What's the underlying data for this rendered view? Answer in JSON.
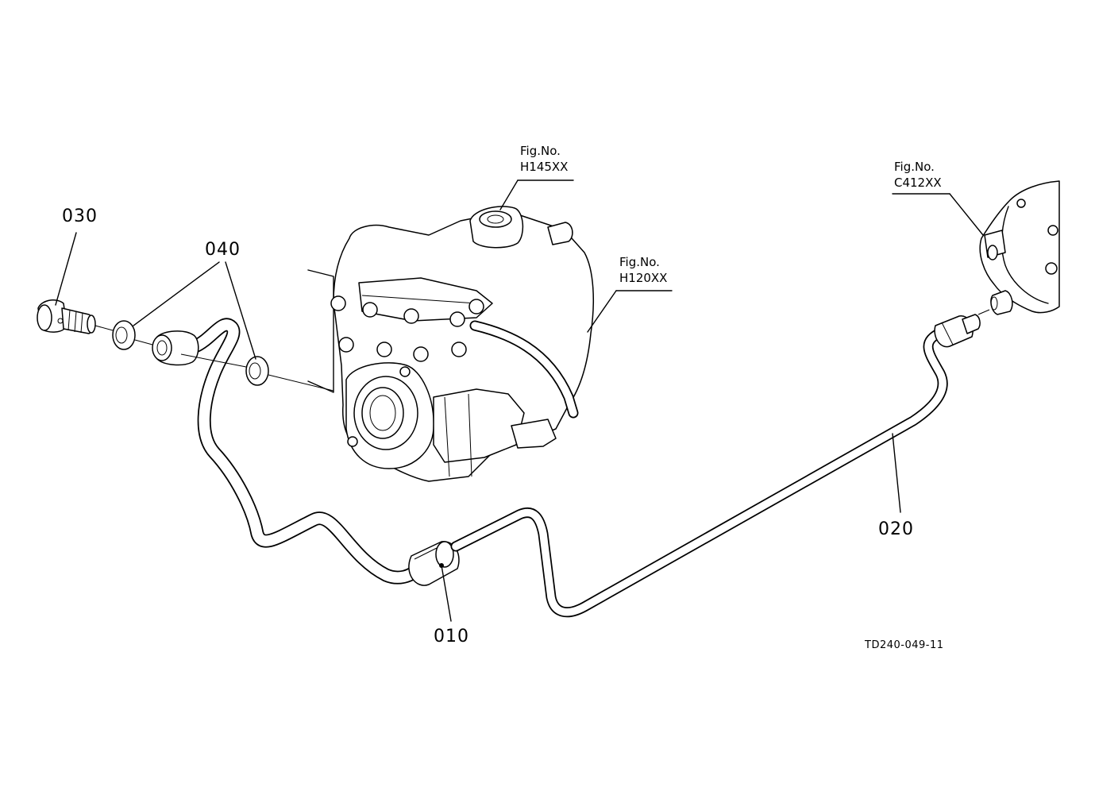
{
  "parts": [
    {
      "id": "p010",
      "number": "010"
    },
    {
      "id": "p020",
      "number": "020"
    },
    {
      "id": "p030",
      "number": "030"
    },
    {
      "id": "p040",
      "number": "040"
    }
  ],
  "figure_refs": {
    "h145": {
      "line1": "Fig.No.",
      "line2": "H145XX"
    },
    "h120": {
      "line1": "Fig.No.",
      "line2": "H120XX"
    },
    "c412": {
      "line1": "Fig.No.",
      "line2": "C412XX"
    }
  },
  "drawing_code": "TD240-049-11"
}
